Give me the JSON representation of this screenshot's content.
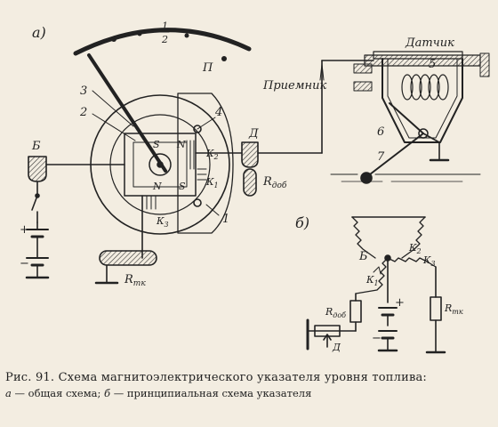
{
  "labels": {
    "part_a": "а)",
    "part_b": "б)",
    "scale_half_num": "1",
    "scale_half_den": "2",
    "scale_full": "П",
    "sensor": "Датчик",
    "receiver": "Приемник",
    "terminal_b": "Б",
    "terminal_d": "Д",
    "callout_1": "1",
    "callout_2": "2",
    "callout_3": "3",
    "callout_4": "4",
    "callout_5": "5",
    "callout_6": "6",
    "callout_7": "7",
    "pole_s_top": "S",
    "pole_n_top": "N",
    "pole_n_bottom": "N",
    "pole_s_bottom": "S",
    "k1": "К",
    "k1_sub": "1",
    "k2": "К",
    "k2_sub": "2",
    "k3": "К",
    "k3_sub": "3",
    "r_dob": "R",
    "r_dob_sub": "доб",
    "r_tk": "R",
    "r_tk_sub": "тк",
    "b_plus": "+",
    "b_minus": "−",
    "b_plus_2": "+",
    "b_minus_2": "−"
  },
  "caption": {
    "line1": "Рис. 91. Схема магнитоэлектрического указателя уровня топлива:",
    "a_letter": "а",
    "a_text": " — общая схема; ",
    "b_letter": "б",
    "b_text": " — принципиальная схема указателя"
  },
  "colors": {
    "ink": "#222222",
    "paper": "#f3ede1"
  }
}
